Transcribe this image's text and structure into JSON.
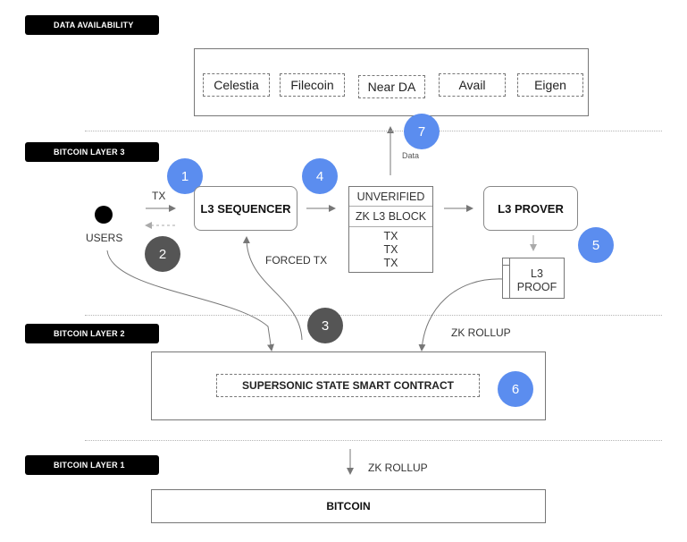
{
  "layers": {
    "data_availability": "DATA AVAILABILITY",
    "layer3": "BITCOIN LAYER 3",
    "layer2": "BITCOIN LAYER 2",
    "layer1": "BITCOIN LAYER 1"
  },
  "da_providers": [
    "Celestia",
    "Filecoin",
    "Near DA",
    "Avail",
    "Eigen"
  ],
  "nodes": {
    "users": "USERS",
    "sequencer": "L3 SEQUENCER",
    "prover": "L3 PROVER",
    "block_head": "UNVERIFIED",
    "block_sub": "ZK L3 BLOCK",
    "block_tx": [
      "TX",
      "TX",
      "TX"
    ],
    "proof_line1": "L3",
    "proof_line2": "PROOF",
    "contract": "SUPERSONIC STATE SMART CONTRACT",
    "bitcoin": "BITCOIN"
  },
  "labels": {
    "tx": "TX",
    "data": "Data",
    "forced_tx": "FORCED TX",
    "zk_rollup_l2": "ZK ROLLUP",
    "zk_rollup_l1": "ZK ROLLUP"
  },
  "steps": [
    "1",
    "2",
    "3",
    "4",
    "5",
    "6",
    "7"
  ],
  "colors": {
    "step_blue": "#5b8def",
    "step_gray": "#555555",
    "tag_bg": "#000000"
  }
}
